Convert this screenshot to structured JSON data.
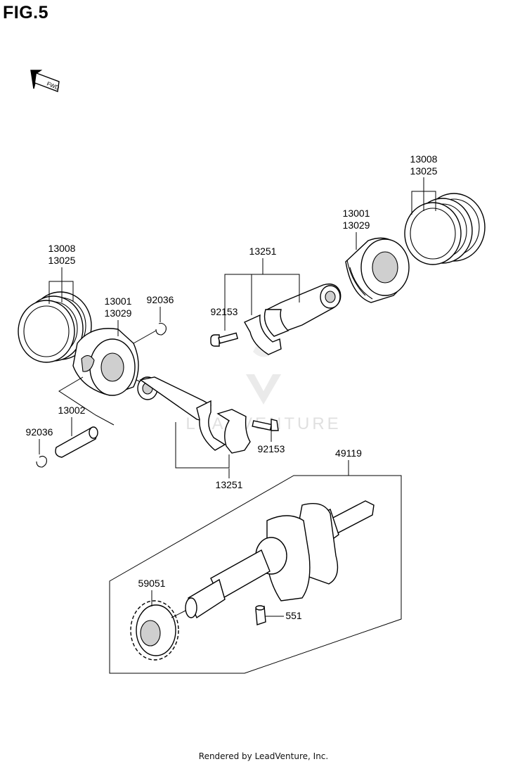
{
  "figure": {
    "title": "FIG.5"
  },
  "direction": {
    "label": "FWD"
  },
  "parts": {
    "ring_right_a": "13008",
    "ring_right_b": "13025",
    "piston_right_a": "13001",
    "piston_right_b": "13029",
    "rod_upper": "13251",
    "bolt_upper": "92153",
    "ring_left_a": "13008",
    "ring_left_b": "13025",
    "piston_left_a": "13001",
    "piston_left_b": "13029",
    "circlip_upper": "92036",
    "pin": "13002",
    "circlip_lower": "92036",
    "bolt_lower": "92153",
    "rod_lower": "13251",
    "crankshaft": "49119",
    "gear": "59051",
    "dowel": "551"
  },
  "watermark": {
    "text": "LEADVENTURE"
  },
  "footer": {
    "credit": "Rendered by LeadVenture, Inc."
  }
}
